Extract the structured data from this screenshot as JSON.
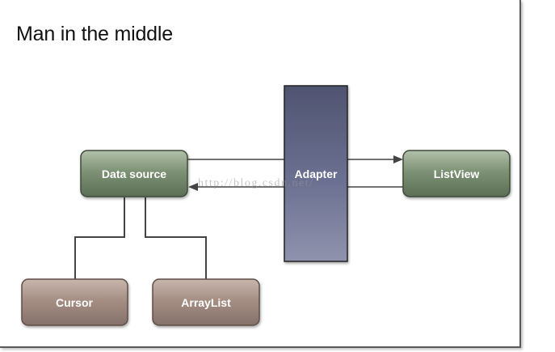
{
  "title": "Man in the middle",
  "nodes": {
    "data_source": "Data source",
    "adapter": "Adapter",
    "listview": "ListView",
    "cursor": "Cursor",
    "arraylist": "ArrayList"
  },
  "watermark": "http://blog.csdn.net/",
  "colors": {
    "green_box": "#6f8468",
    "brown_box": "#9a8479",
    "adapter_box": "#5d6280",
    "connector": "#444444"
  }
}
